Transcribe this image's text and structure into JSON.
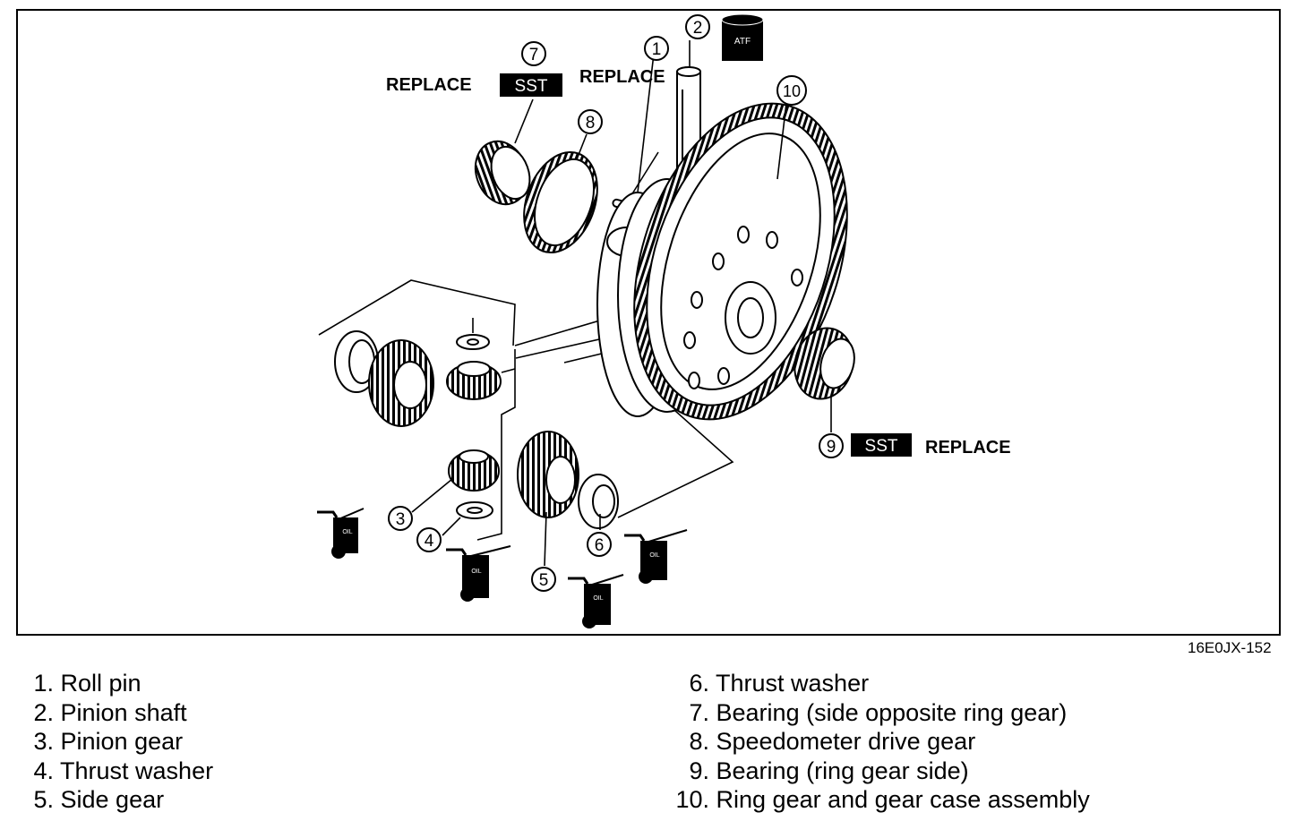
{
  "figure_code": "16E0JX-152",
  "callouts": {
    "c1": "1",
    "c2": "2",
    "c3": "3",
    "c4": "4",
    "c5": "5",
    "c6": "6",
    "c7": "7",
    "c8": "8",
    "c9": "9",
    "c10": "10"
  },
  "tags": {
    "replace_left": "REPLACE",
    "replace_pin": "REPLACE",
    "replace_right": "REPLACE",
    "sst_top": "SST",
    "sst_right": "SST",
    "atf": "ATF",
    "oil": "OIL"
  },
  "legend_left": [
    {
      "num": "1.",
      "text": "Roll pin"
    },
    {
      "num": "2.",
      "text": "Pinion shaft"
    },
    {
      "num": "3.",
      "text": "Pinion gear"
    },
    {
      "num": "4.",
      "text": "Thrust washer"
    },
    {
      "num": "5.",
      "text": "Side gear"
    }
  ],
  "legend_right": [
    {
      "num": "6.",
      "text": "Thrust washer"
    },
    {
      "num": "7.",
      "text": "Bearing (side opposite ring gear)"
    },
    {
      "num": "8.",
      "text": "Speedometer drive gear"
    },
    {
      "num": "9.",
      "text": "Bearing (ring gear side)"
    },
    {
      "num": "10.",
      "text": "Ring gear and gear case assembly"
    }
  ]
}
